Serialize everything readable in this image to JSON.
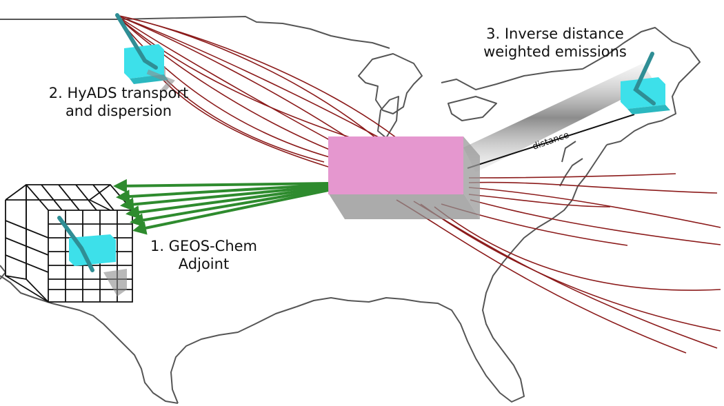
{
  "labels": {
    "hyads_line1": "2. HyADS transport",
    "hyads_line2": "and dispersion",
    "idwe_line1": "3. Inverse distance",
    "idwe_line2": "weighted emissions",
    "geos_line1": "1. GEOS-Chem",
    "geos_line2": "Adjoint",
    "distance": "distance"
  },
  "colors": {
    "map_outline": "#555555",
    "trajectories": "#8b1a1a",
    "adjoint_arrows": "#2e8b2e",
    "source_box": "#e597cf",
    "receptor": "#40e4ee",
    "grid": "#111111",
    "distance_band": "#9a9a9a"
  },
  "icons": [
    "receptor-icon",
    "source-power-plant-box",
    "adjoint-grid-icon",
    "trajectory-lines",
    "adjoint-arrows"
  ]
}
